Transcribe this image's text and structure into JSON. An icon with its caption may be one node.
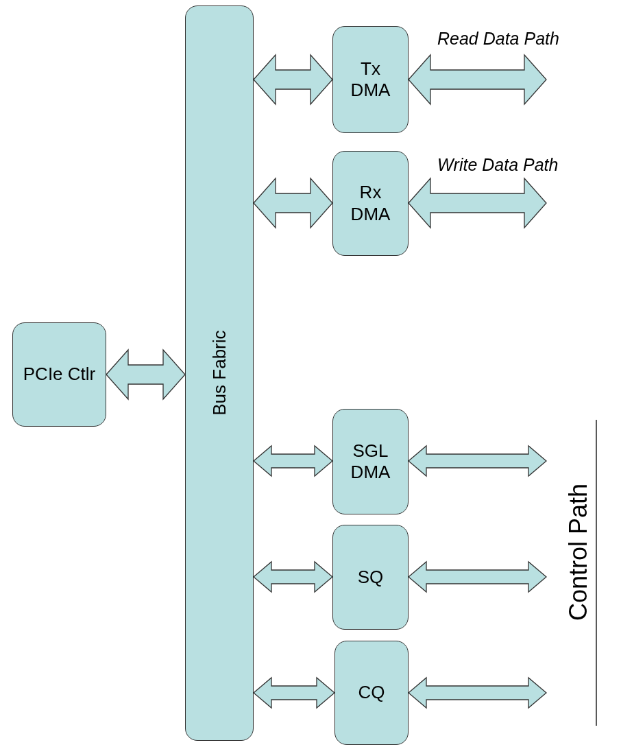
{
  "diagram": {
    "nodes": [
      {
        "text": [
          "Bus Fabric"
        ]
      },
      {
        "text": [
          "PCIe Ctlr"
        ]
      },
      {
        "text": [
          "Tx DMA"
        ]
      },
      {
        "text": [
          "Rx DMA"
        ]
      },
      {
        "text": [
          "SGL DMA"
        ]
      },
      {
        "text": [
          "SQ"
        ]
      },
      {
        "text": [
          "CQ"
        ]
      }
    ],
    "edges": [
      {
        "from": 1,
        "to": 0,
        "arrow": "both"
      },
      {
        "from": 0,
        "to": 2,
        "arrow": "both"
      },
      {
        "from": 2,
        "to": null,
        "arrow": "both",
        "label": "Read Data Path"
      },
      {
        "from": 0,
        "to": 3,
        "arrow": "both"
      },
      {
        "from": 3,
        "to": null,
        "arrow": "both",
        "label": "Write Data Path"
      },
      {
        "from": 0,
        "to": 4,
        "arrow": "both"
      },
      {
        "from": 4,
        "to": null,
        "arrow": "both"
      },
      {
        "from": 0,
        "to": 5,
        "arrow": "both"
      },
      {
        "from": 5,
        "to": null,
        "arrow": "both"
      },
      {
        "from": 0,
        "to": 6,
        "arrow": "both"
      },
      {
        "from": 6,
        "to": null,
        "arrow": "both"
      }
    ],
    "labels": [
      "Control Path"
    ]
  }
}
